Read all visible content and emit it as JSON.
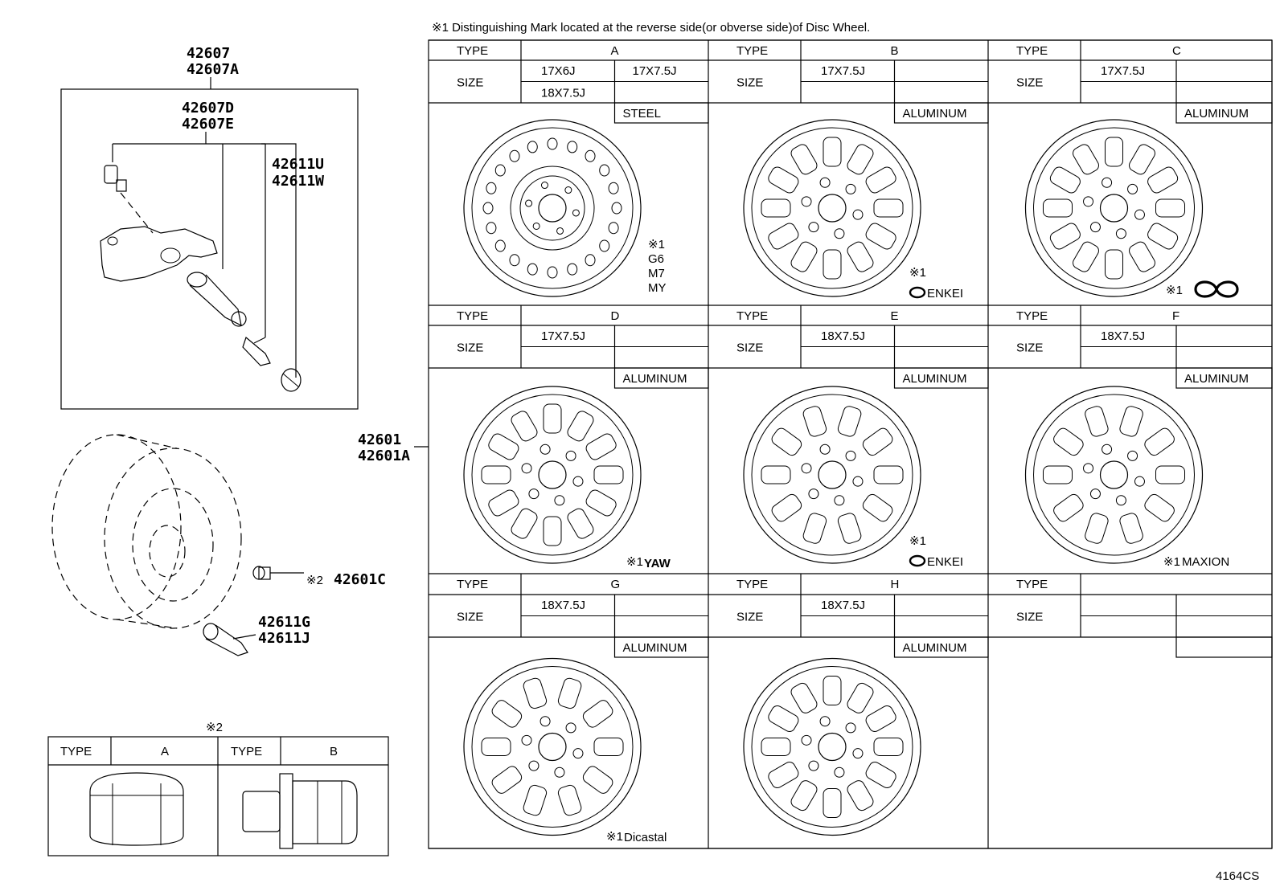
{
  "note_top": "※1 Distinguishing Mark located at the reverse side(or obverse side)of Disc Wheel.",
  "part_numbers": {
    "p42607": "42607",
    "p42607a": "42607A",
    "p42607d": "42607D",
    "p42607e": "42607E",
    "p42611u": "42611U",
    "p42611w": "42611W",
    "p42601": "42601",
    "p42601a": "42601A",
    "p42601c": "42601C",
    "p42611g": "42611G",
    "p42611j": "42611J"
  },
  "marks": {
    "note2": "※2",
    "note2_prefix": "※2",
    "note1": "※1"
  },
  "labels": {
    "type": "TYPE",
    "size": "SIZE"
  },
  "wheels": [
    {
      "type": "A",
      "sizes": [
        "17X6J",
        "17X7.5J",
        "18X7.5J"
      ],
      "material": "STEEL",
      "mark": "※1\nG6\nM7\nMY"
    },
    {
      "type": "B",
      "sizes": [
        "17X7.5J"
      ],
      "material": "ALUMINUM",
      "mark": "ENKEI"
    },
    {
      "type": "C",
      "sizes": [
        "17X7.5J"
      ],
      "material": "ALUMINUM",
      "mark": ""
    },
    {
      "type": "D",
      "sizes": [
        "17X7.5J"
      ],
      "material": "ALUMINUM",
      "mark": "YAW"
    },
    {
      "type": "E",
      "sizes": [
        "18X7.5J"
      ],
      "material": "ALUMINUM",
      "mark": "ENKEI"
    },
    {
      "type": "F",
      "sizes": [
        "18X7.5J"
      ],
      "material": "ALUMINUM",
      "mark": "MAXION"
    },
    {
      "type": "G",
      "sizes": [
        "18X7.5J"
      ],
      "material": "ALUMINUM",
      "mark": "Dicastal"
    },
    {
      "type": "H",
      "sizes": [
        "18X7.5J"
      ],
      "material": "ALUMINUM",
      "mark": ""
    }
  ],
  "nut_table": {
    "type_a": "A",
    "type_b": "B"
  },
  "footer_code": "4164CS"
}
